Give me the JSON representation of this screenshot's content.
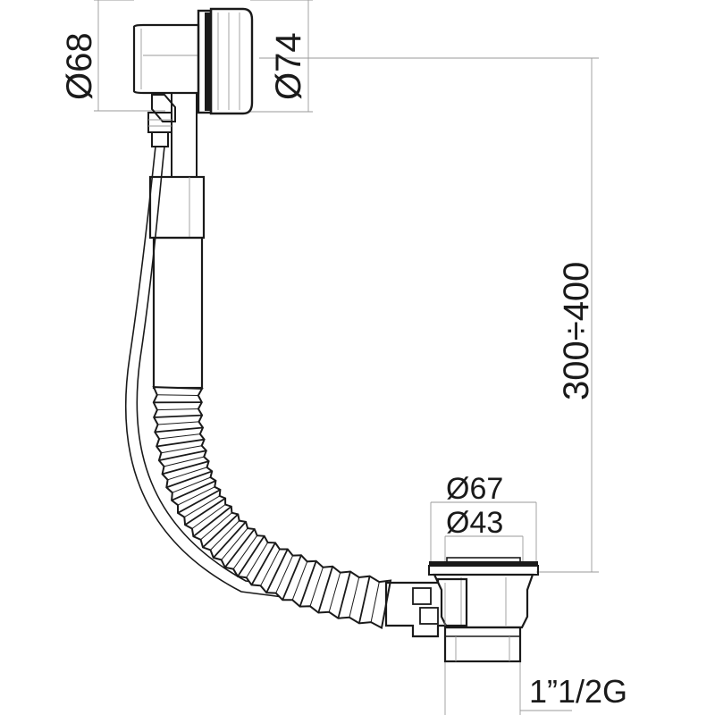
{
  "dimensions": {
    "overflow_head_outer": "Ø68",
    "overflow_head_cap": "Ø74",
    "height_range": "300÷400",
    "waste_flange_outer": "Ø67",
    "waste_flange_inner": "Ø43",
    "outlet_thread": "1”1/2G"
  },
  "colors": {
    "ink": "#1a1a1a",
    "dim_line": "#9a9a9a"
  }
}
